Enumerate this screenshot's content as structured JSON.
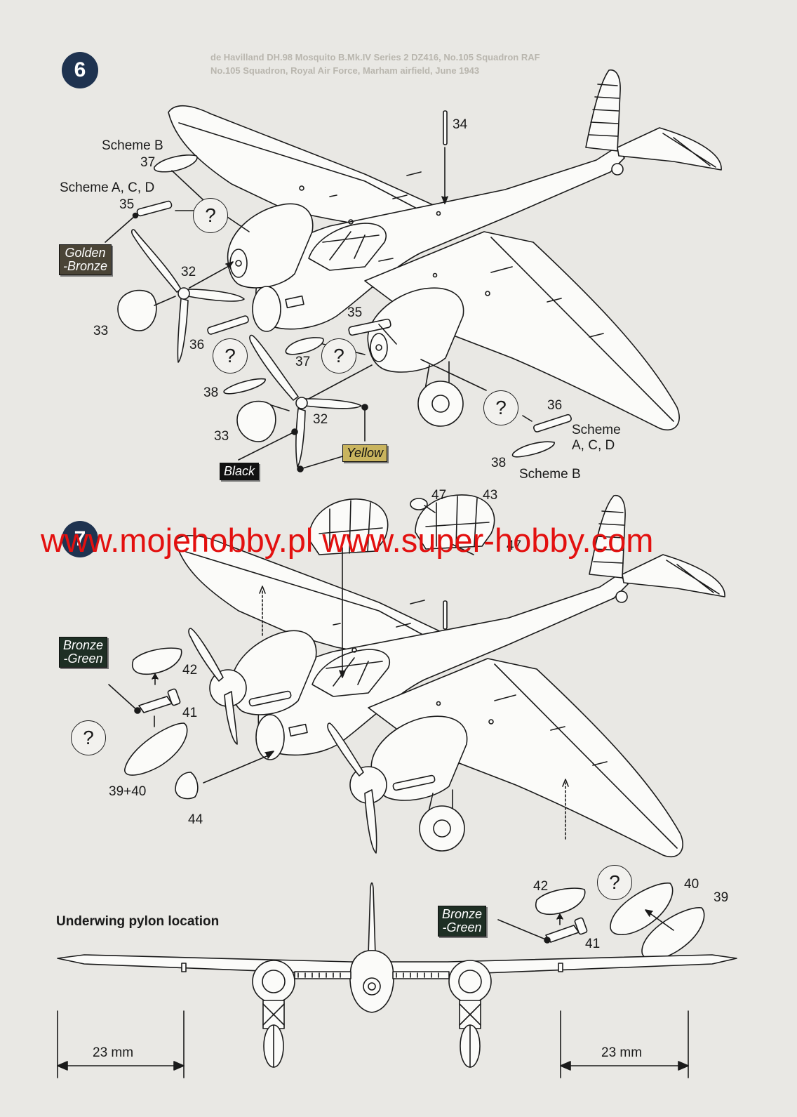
{
  "header": {
    "faint_line_1": "de Havilland DH.98 Mosquito B.Mk.IV Series 2 DZ416, No.105 Squadron RAF",
    "faint_line_2": "No.105 Squadron, Royal Air Force, Marham airfield, June 1943"
  },
  "steps": [
    {
      "number": "6"
    },
    {
      "number": "7"
    }
  ],
  "step6": {
    "scheme_b_top": "Scheme B",
    "scheme_acd_top": "Scheme A, C, D",
    "scheme_right_1": "Scheme",
    "scheme_right_2": "A, C, D",
    "scheme_b_right": "Scheme B",
    "parts": {
      "p34": "34",
      "p37a": "37",
      "p35a": "35",
      "p32a": "32",
      "p33a": "33",
      "p36a": "36",
      "p35b": "35",
      "p37b": "37",
      "p38a": "38",
      "p32b": "32",
      "p33b": "33",
      "p36b": "36",
      "p38b": "38"
    },
    "colors": {
      "golden_1": "Golden",
      "golden_2": "-Bronze",
      "black": "Black",
      "yellow": "Yellow"
    },
    "qmark": "?"
  },
  "step7": {
    "parts": {
      "p47a": "47",
      "p43": "43",
      "p47b": "47",
      "p42a": "42",
      "p41a": "41",
      "p3940": "39+40",
      "p44": "44",
      "p42b": "42",
      "p40": "40",
      "p39": "39",
      "p41b": "41"
    },
    "colors": {
      "bg1_1": "Bronze",
      "bg1_2": "-Green",
      "bg2_1": "Bronze",
      "bg2_2": "-Green"
    },
    "qmark": "?"
  },
  "watermark": {
    "text": "www.mojehobby.pl www.super-hobby.com",
    "color": "#e3100f"
  },
  "pylon": {
    "heading": "Underwing pylon location",
    "dim_left": "23 mm",
    "dim_right": "23 mm"
  },
  "palette": {
    "step_badge": "#1f3350",
    "golden_bronze": "#4a4436",
    "yellow": "#c9b45e",
    "bronze_green": "#1e2f24",
    "black": "#111111"
  }
}
